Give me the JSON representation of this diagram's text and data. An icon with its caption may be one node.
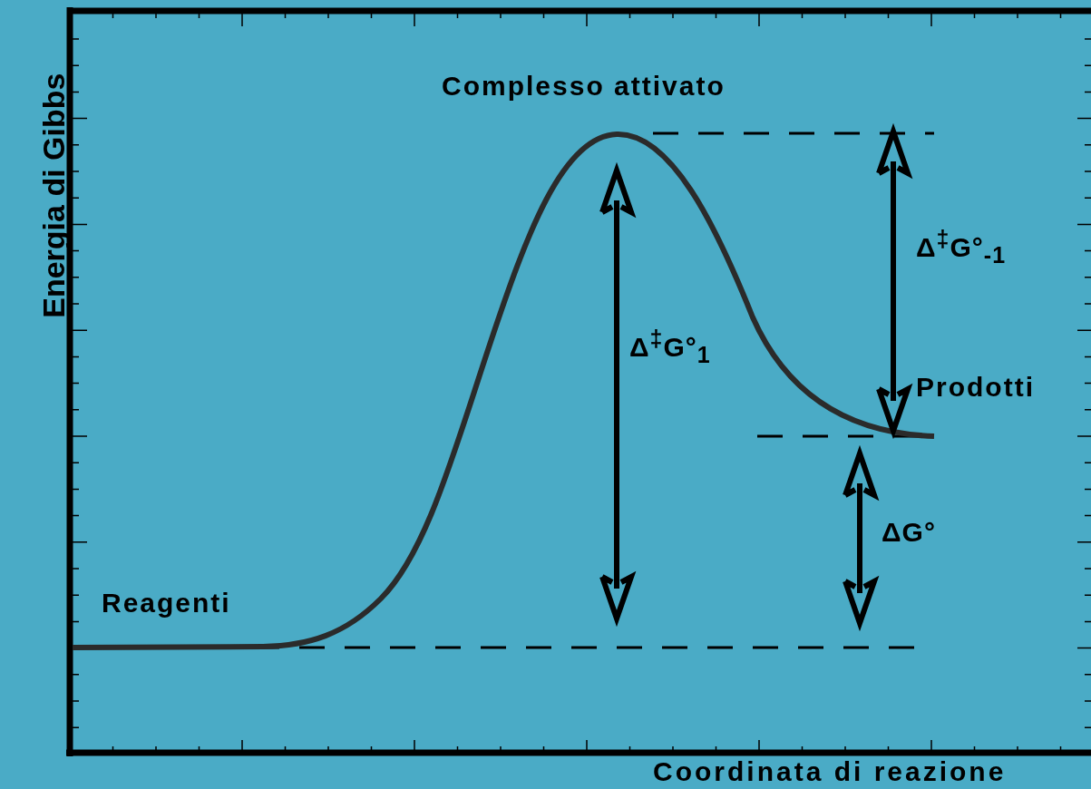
{
  "diagram": {
    "labels": [
      "Complesso attivato",
      "Energia di Gibbs",
      "Δ$^{‡}$G°$_{-1}$",
      "Δ$^{‡}$G°$_{1}$",
      "Prodotti",
      "ΔG°",
      "Reagenti",
      "Coordinata di reazione"
    ]
  }
}
